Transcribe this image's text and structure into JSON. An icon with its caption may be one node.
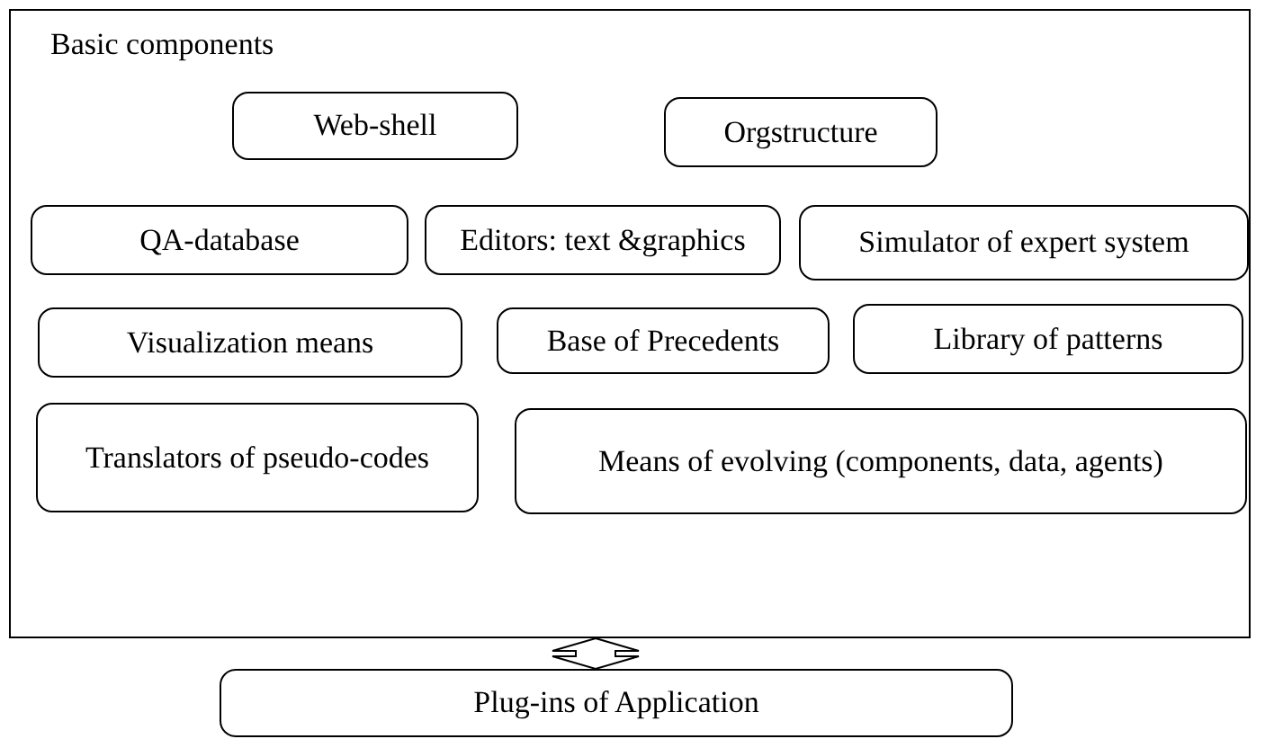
{
  "diagram": {
    "nodes": [
      {
        "text": [
          "Basic components"
        ]
      },
      {
        "text": [
          "Web-shell"
        ],
        "in": 0
      },
      {
        "text": [
          "Orgstructure"
        ],
        "in": 0
      },
      {
        "text": [
          "QA-database"
        ],
        "in": 0
      },
      {
        "text": [
          "Editors: text &graphics"
        ],
        "in": 0
      },
      {
        "text": [
          "Simulator of expert system"
        ],
        "in": 0
      },
      {
        "text": [
          "Visualization means"
        ],
        "in": 0
      },
      {
        "text": [
          "Base of Precedents"
        ],
        "in": 0
      },
      {
        "text": [
          "Library of patterns"
        ],
        "in": 0
      },
      {
        "text": [
          "Translators of pseudo-codes"
        ],
        "in": 0
      },
      {
        "text": [
          "Means of evolving (components, data, agents)"
        ],
        "in": 0
      },
      {
        "text": [
          "Plug-ins of Application"
        ]
      }
    ],
    "edges": [
      {
        "from": 0,
        "to": 11,
        "arrow": "both",
        "style": "thick"
      }
    ]
  }
}
